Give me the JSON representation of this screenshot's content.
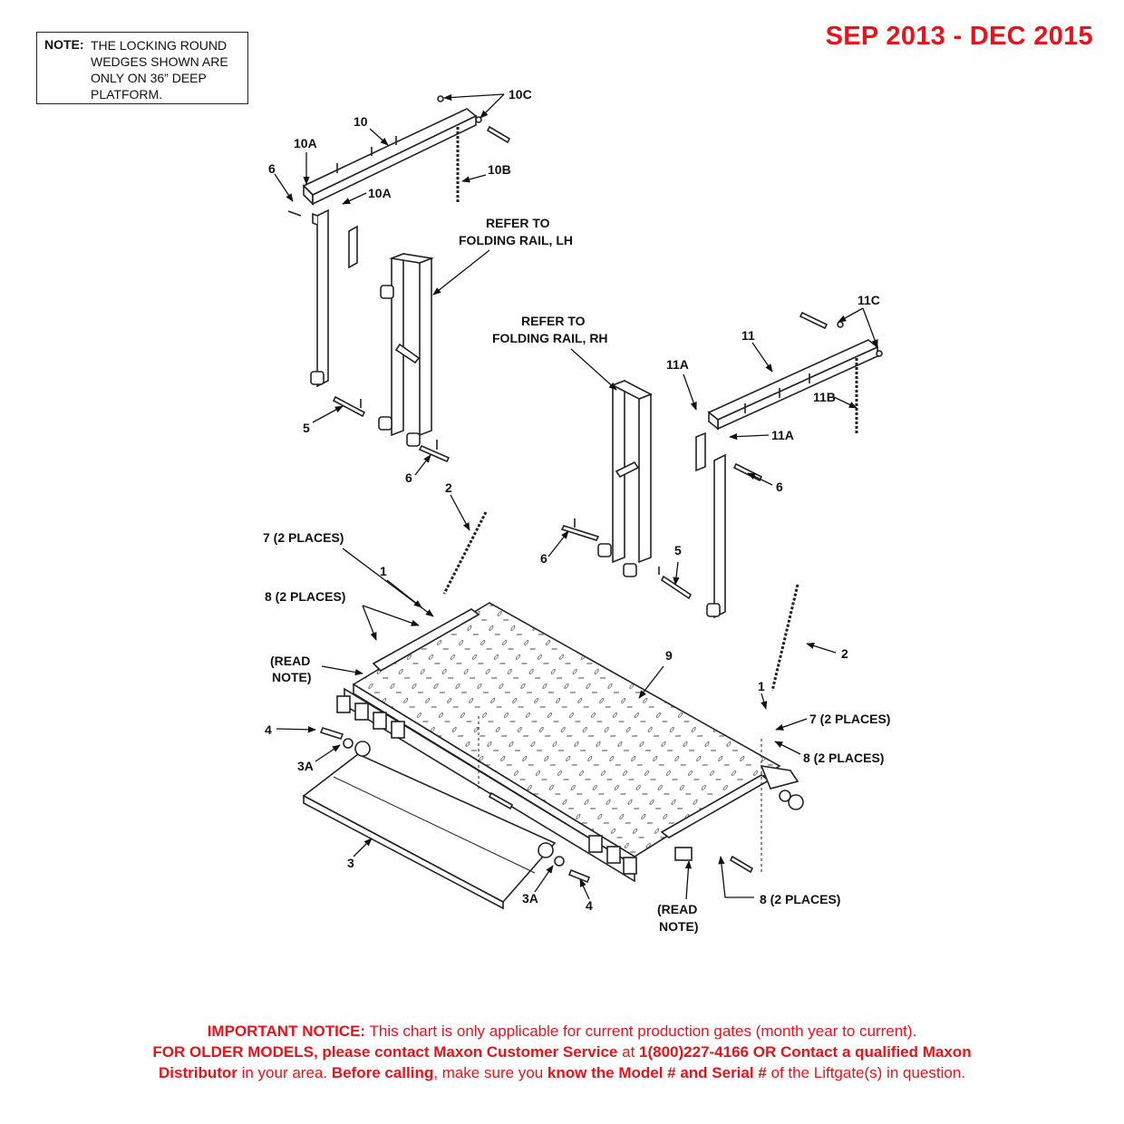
{
  "note": {
    "label": "NOTE:",
    "lines": [
      "THE LOCKING ROUND",
      "WEDGES SHOWN ARE",
      "ONLY ON 36” DEEP",
      "PLATFORM."
    ]
  },
  "date_range": "SEP 2013 - DEC 2015",
  "callouts": {
    "c10C": "10C",
    "c10": "10",
    "c10A_a": "10A",
    "c10A_b": "10A",
    "c10B": "10B",
    "c6_a": "6",
    "refer_lh_1": "REFER TO",
    "refer_lh_2": "FOLDING RAIL, LH",
    "refer_rh_1": "REFER TO",
    "refer_rh_2": "FOLDING RAIL, RH",
    "c11C": "11C",
    "c11": "11",
    "c11A_a": "11A",
    "c11A_b": "11A",
    "c11B": "11B",
    "c5_a": "5",
    "c6_b": "6",
    "c6_c": "6",
    "c2_a": "2",
    "c6_d": "6",
    "c5_b": "5",
    "c7_a": "7 (2 PLACES)",
    "c1_a": "1",
    "c8_a": "8 (2 PLACES)",
    "read_note_a1": "(READ",
    "read_note_a2": "NOTE)",
    "c9": "9",
    "c2_b": "2",
    "c1_b": "1",
    "c7_b": "7 (2 PLACES)",
    "c8_b": "8 (2 PLACES)",
    "c4_a": "4",
    "c3A_a": "3A",
    "c3": "3",
    "c3A_b": "3A",
    "c4_b": "4",
    "read_note_b1": "(READ",
    "read_note_b2": "NOTE)",
    "c8_c": "8 (2 PLACES)"
  },
  "notice": {
    "line1_bold": "IMPORTANT NOTICE:",
    "line1_rest": " This chart is only applicable for current production gates (month year to current).",
    "line2_bold1": "FOR OLDER MODELS, please contact Maxon Customer Service",
    "line2_mid": " at ",
    "line2_bold2": "1(800)227-4166 OR Contact a qualified Maxon",
    "line3_bold1": "Distributor",
    "line3_mid1": " in your area. ",
    "line3_bold2": "Before calling",
    "line3_mid2": ", make sure you ",
    "line3_bold3": "know the Model # and Serial #",
    "line3_end": " of the Liftgate(s) in question."
  },
  "colors": {
    "accent_red": "#e8131a",
    "line": "#222222"
  }
}
